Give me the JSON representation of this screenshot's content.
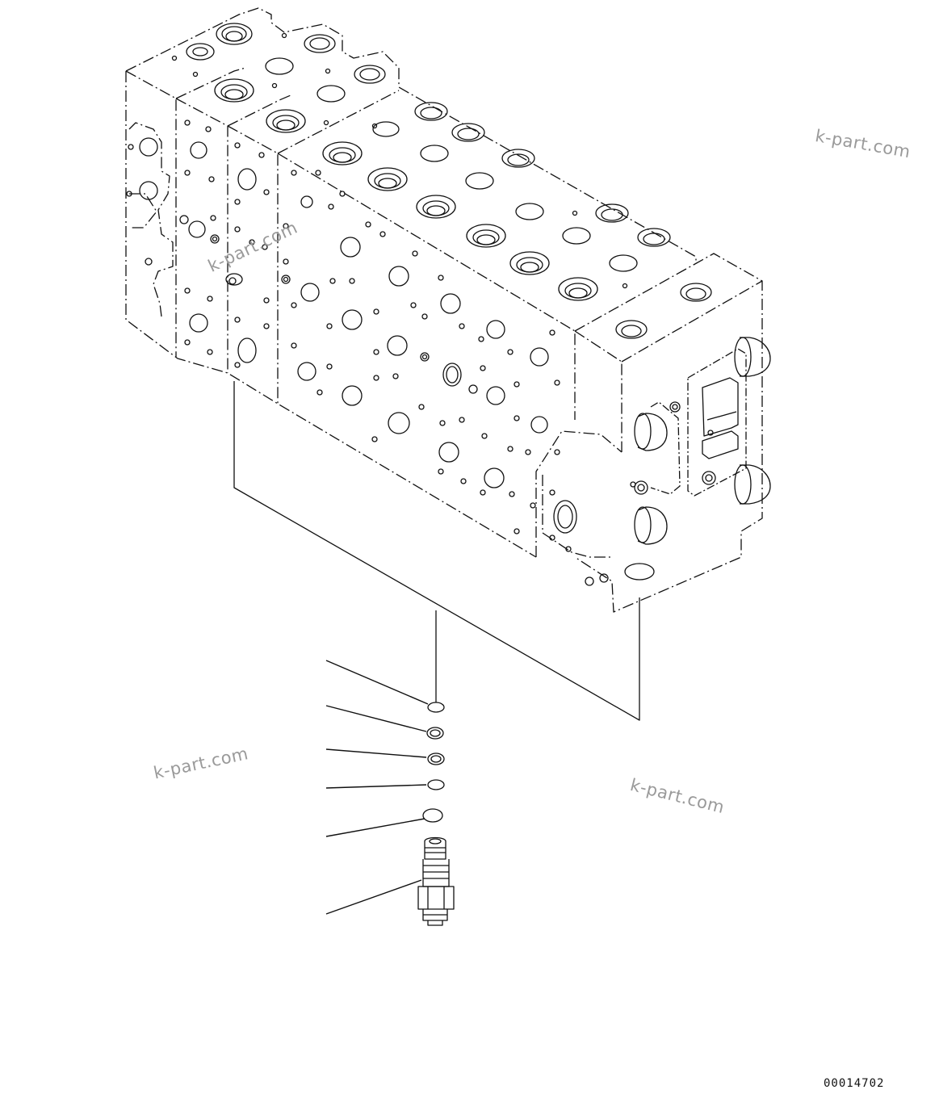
{
  "watermarks": [
    "k-part.com",
    "k-part.com",
    "k-part.com",
    "k-part.com"
  ],
  "figure_code": "00014702",
  "callout_count": 6,
  "colors": {
    "line": "#111111",
    "watermark": "#9a9a9a",
    "background": "#ffffff"
  }
}
